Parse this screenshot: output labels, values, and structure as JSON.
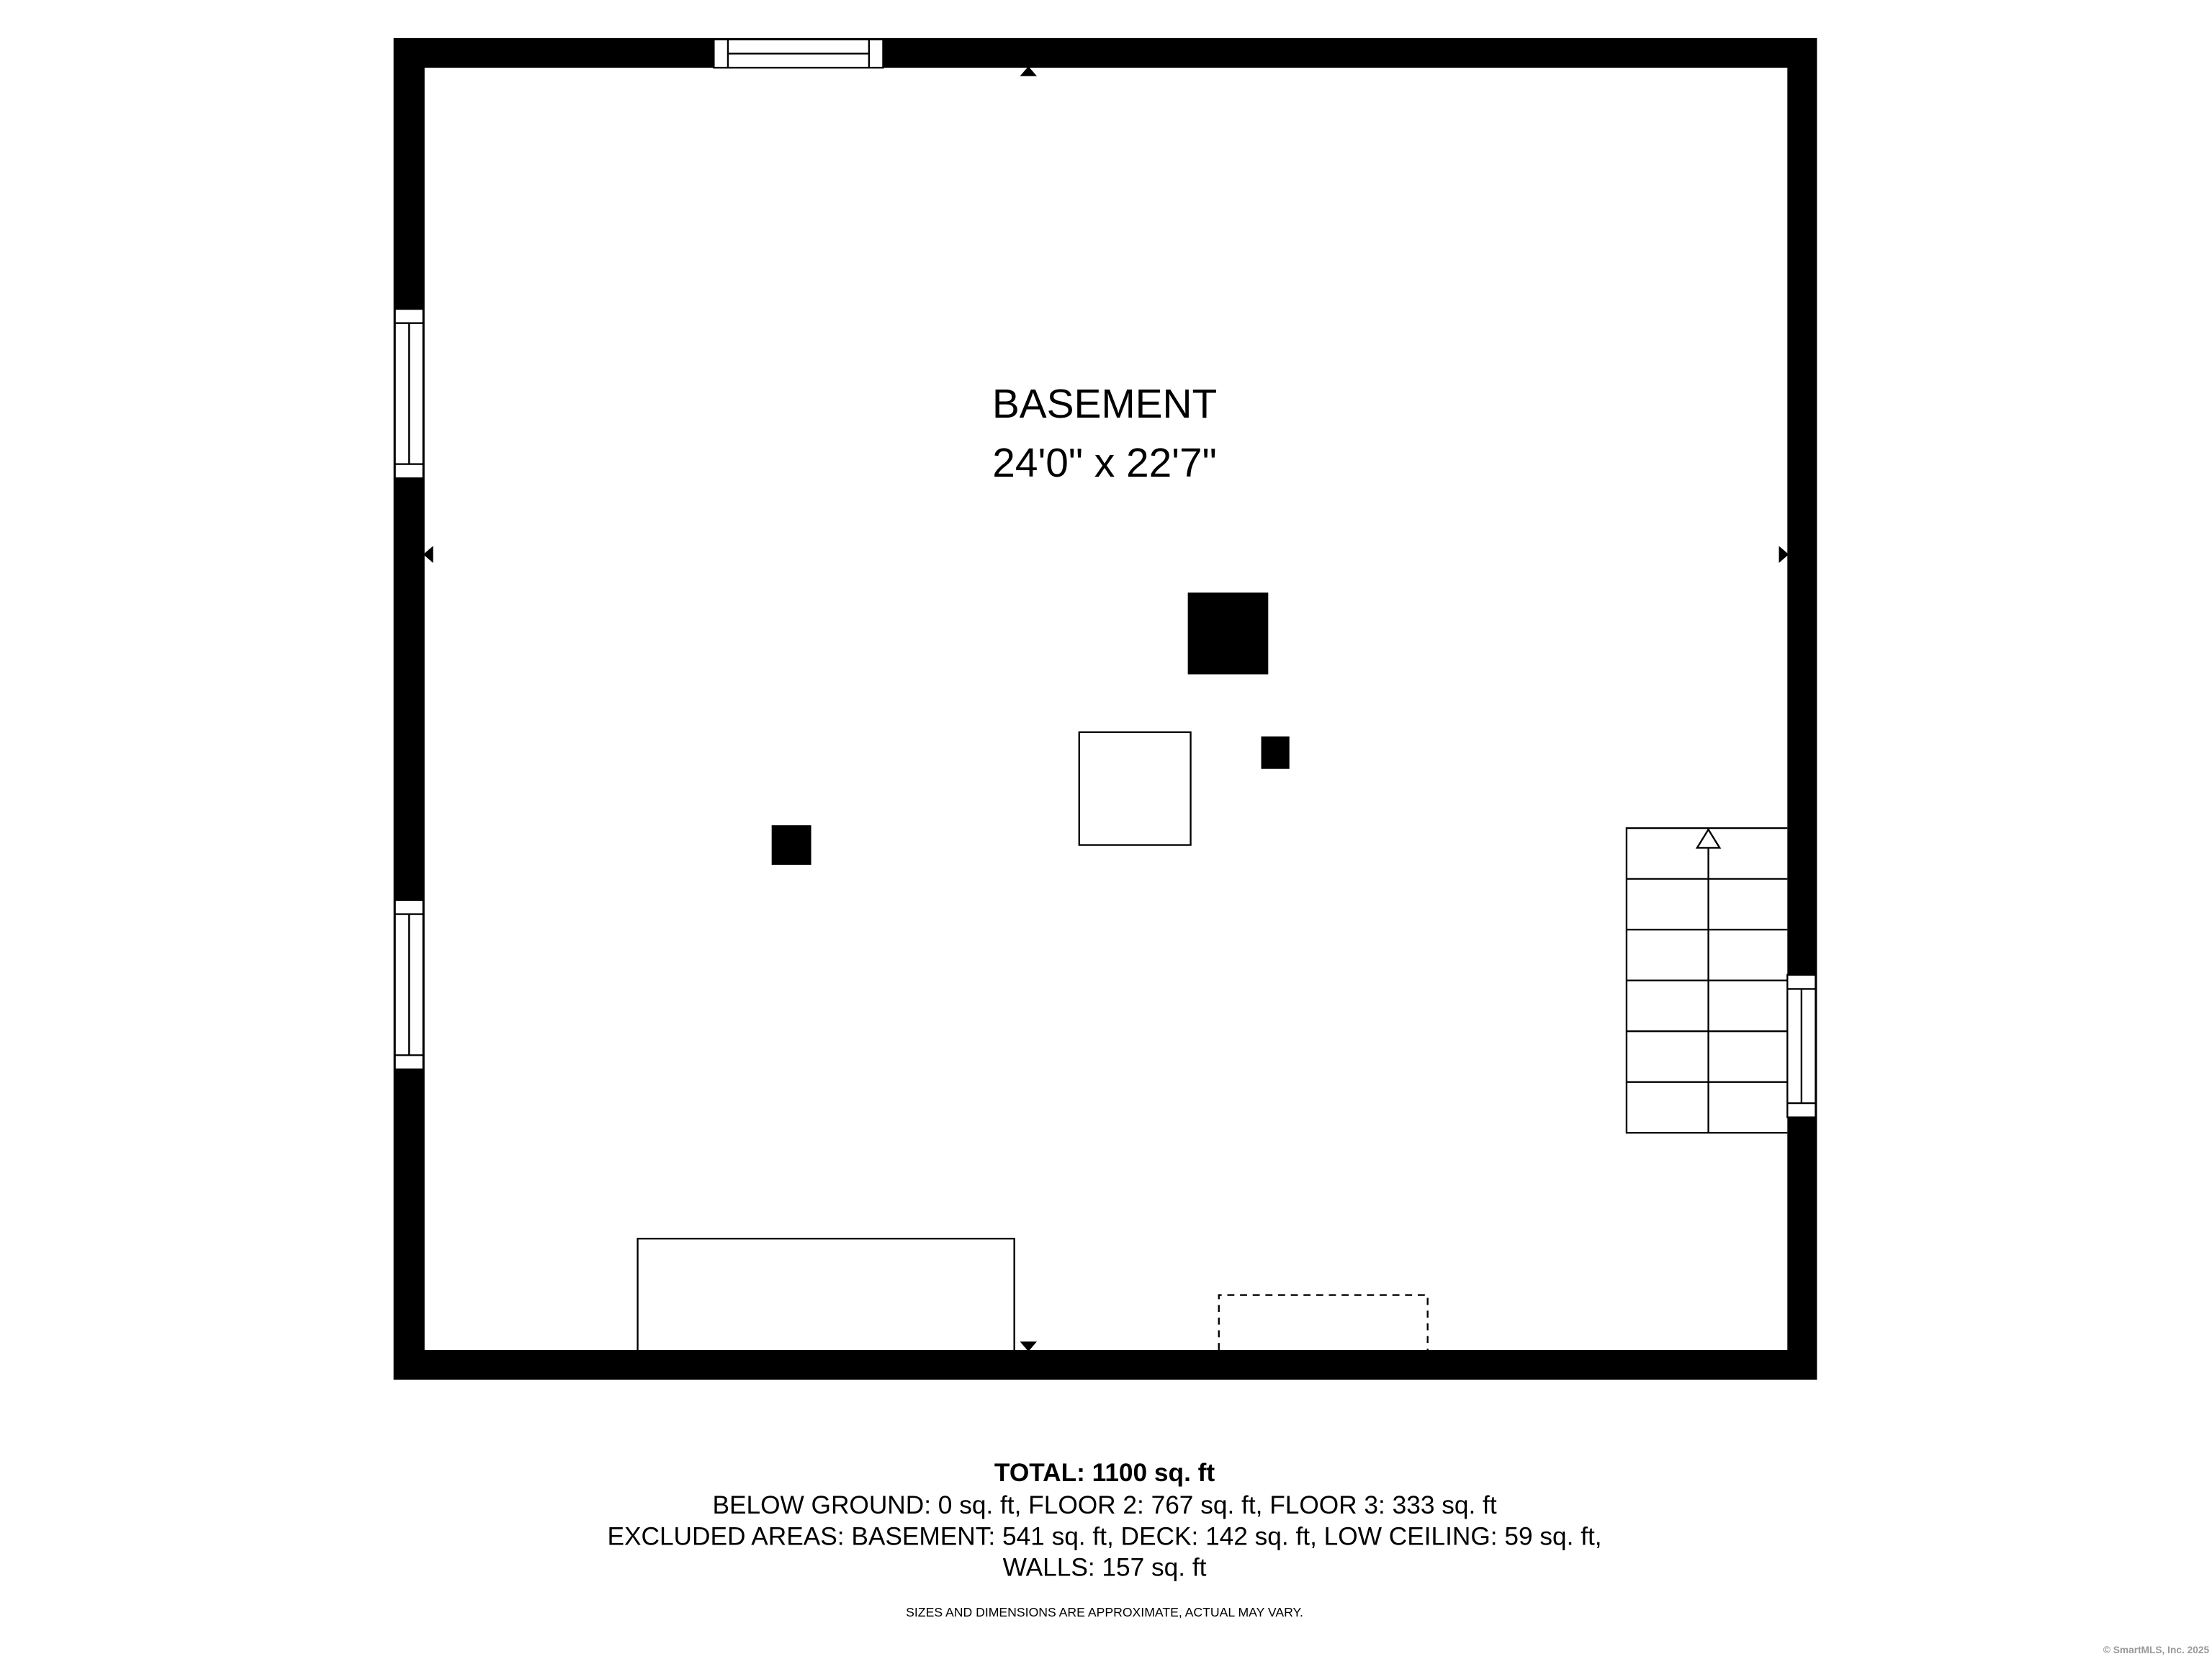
{
  "room": {
    "name": "BASEMENT",
    "dimensions": "24'0\" x 22'7\""
  },
  "summary": {
    "total": "TOTAL: 1100 sq. ft",
    "line1": "BELOW GROUND: 0 sq. ft, FLOOR 2: 767 sq. ft, FLOOR 3: 333 sq. ft",
    "line2": "EXCLUDED AREAS: BASEMENT: 541 sq. ft, DECK: 142 sq. ft, LOW CEILING: 59 sq. ft,",
    "line3": "WALLS: 157 sq. ft"
  },
  "disclaimer": "SIZES AND DIMENSIONS ARE APPROXIMATE, ACTUAL MAY VARY.",
  "copyright": "© SmartMLS, Inc.  2025",
  "colors": {
    "wall": "#000000",
    "background": "#ffffff",
    "copyright": "#999999"
  }
}
